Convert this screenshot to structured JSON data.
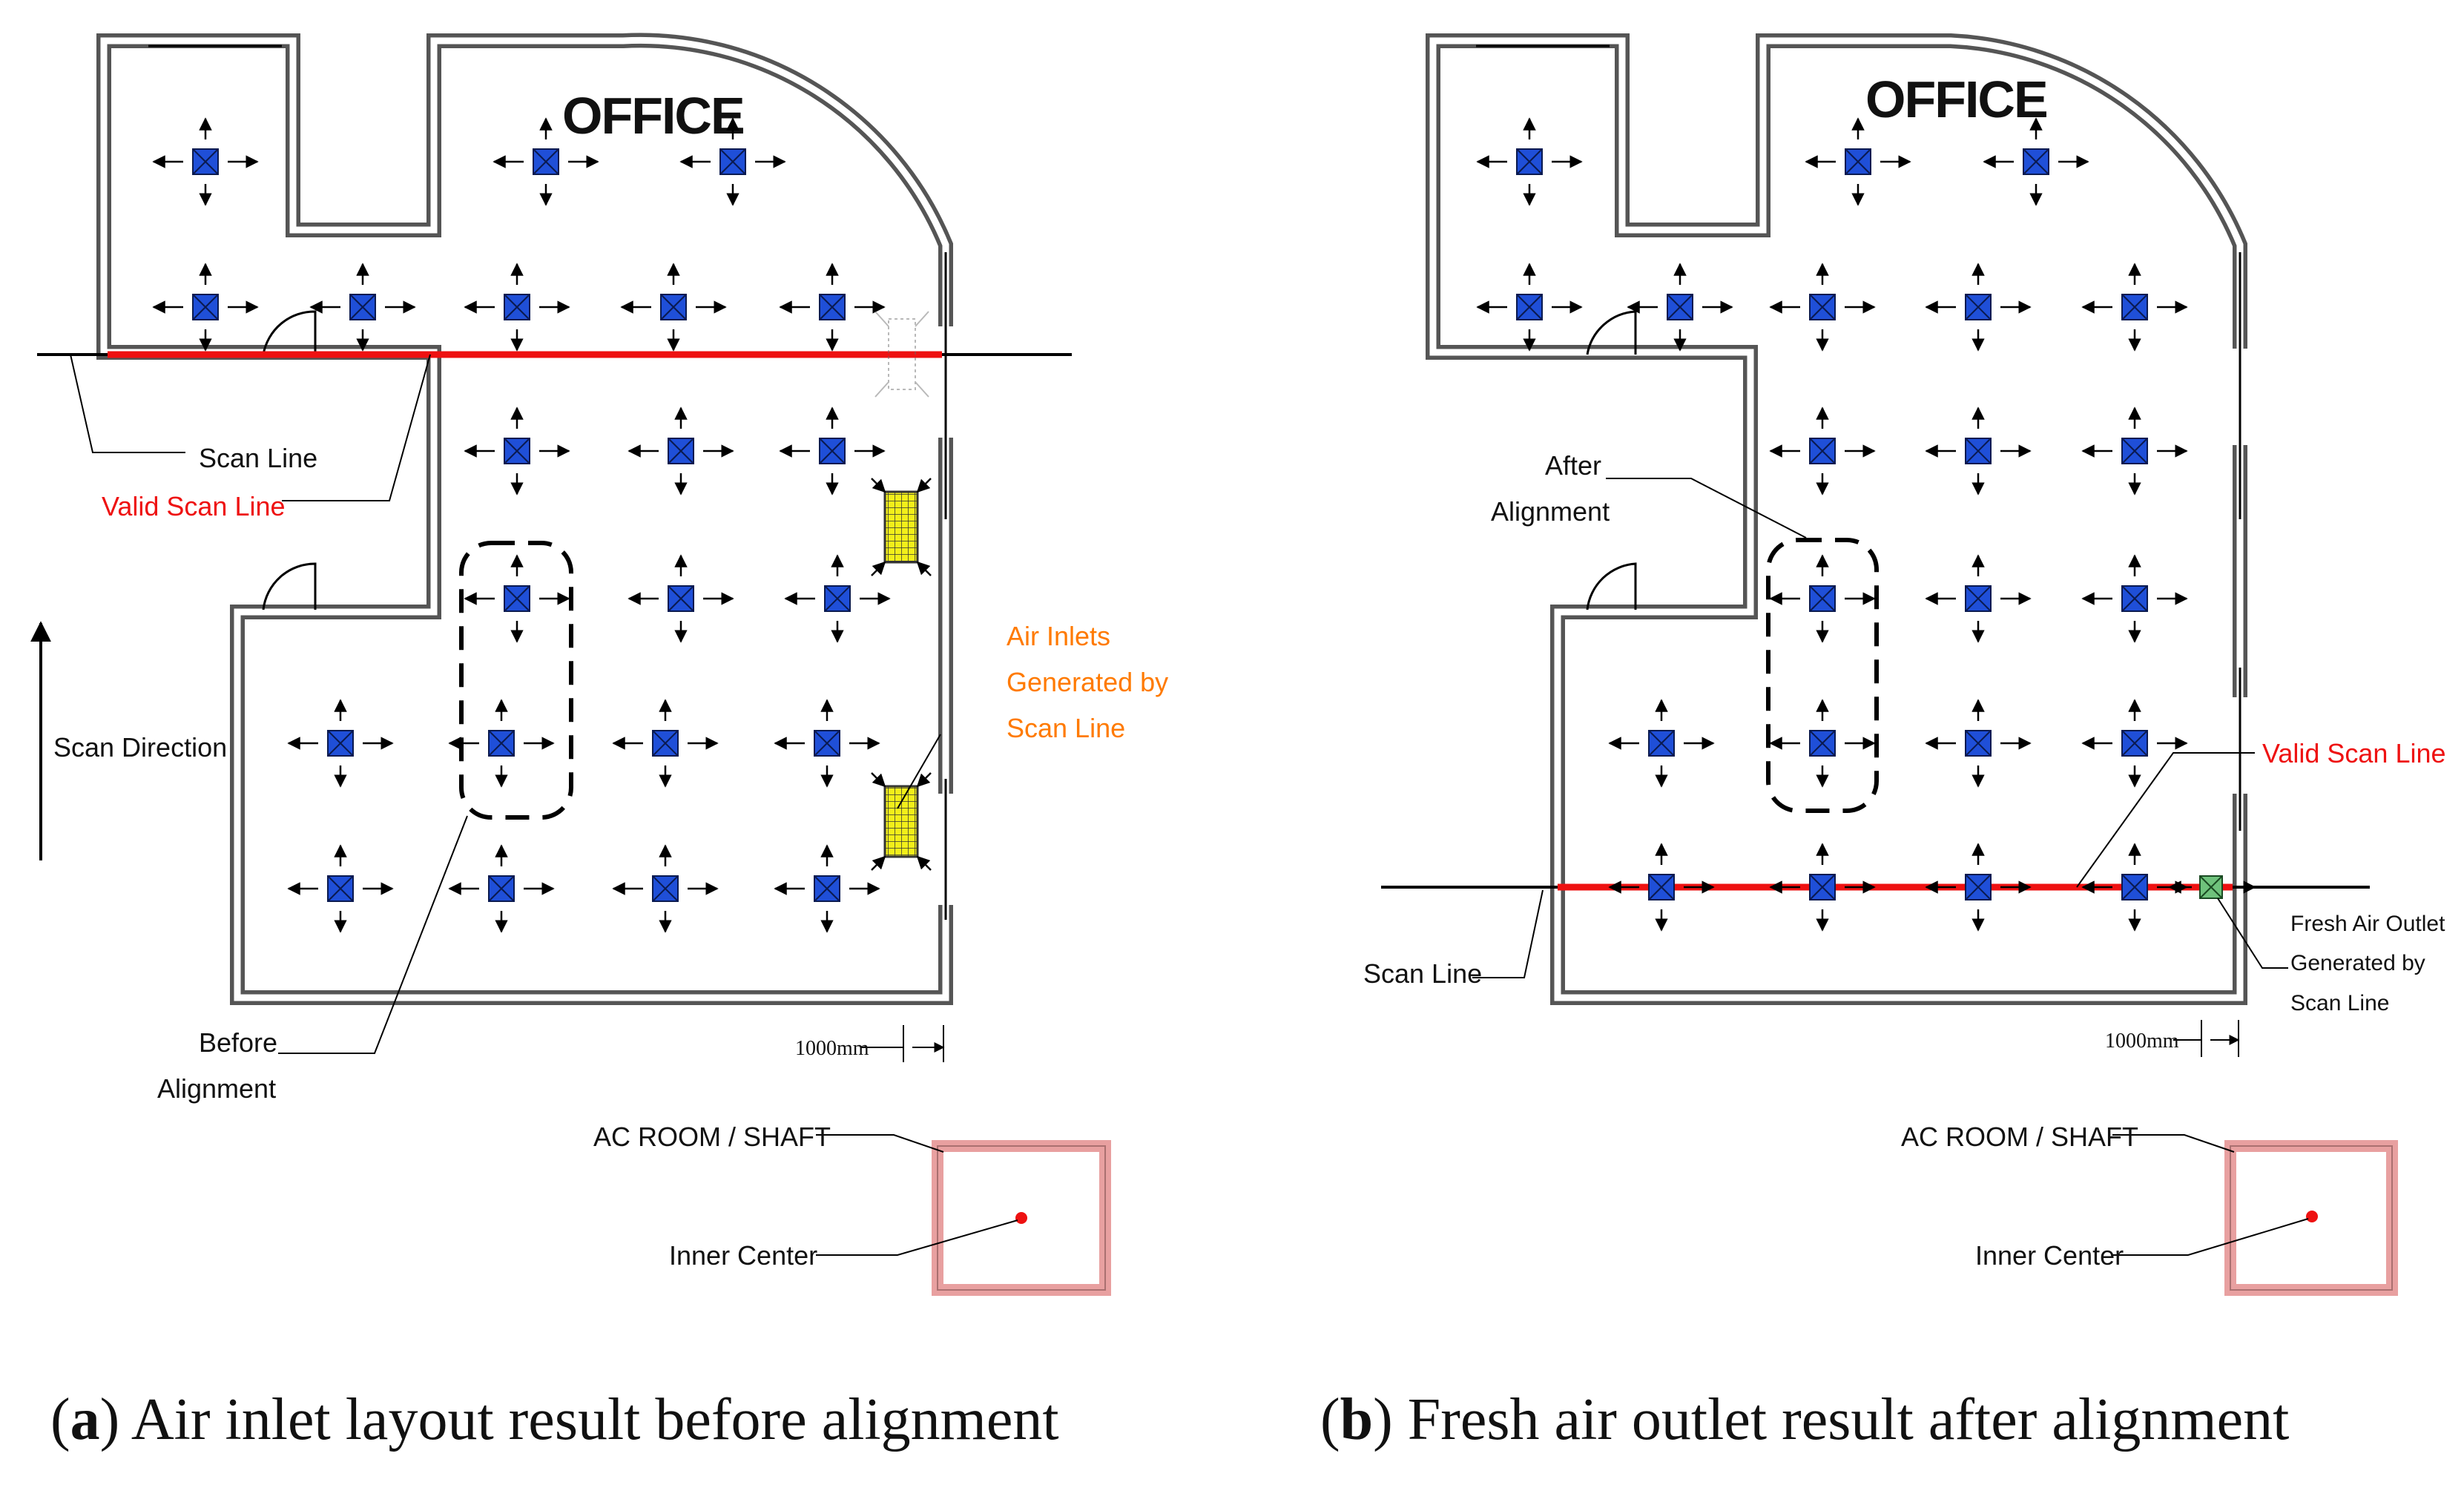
{
  "colors": {
    "wall": "#555555",
    "diffuser": "#1f4fd8",
    "scan_line": "#000000",
    "valid_scan_line": "#ee1111",
    "annotation_orange": "#ff7a00",
    "inlet": "#f2ef1a",
    "fresh_air": "#6fc27c",
    "shaft_border": "#e8a0a0",
    "inner_center": "#ee1111"
  },
  "icons": {
    "diffuser": "square-diffuser-with-x-and-four-arrows",
    "inlet": "yellow-grille-air-inlet",
    "fresh_air_outlet": "green-square-with-x",
    "door": "quarter-circle-door-swing"
  },
  "panel_a": {
    "room_title": "OFFICE",
    "scan_line_label": "Scan Line",
    "valid_scan_line_label": "Valid Scan Line",
    "scan_direction_label": "Scan Direction",
    "air_inlets_label": [
      "Air Inlets",
      "Generated by",
      "Scan Line"
    ],
    "before_alignment_label": [
      "Before",
      "Alignment"
    ],
    "dimension_label": "1000mm",
    "ac_room_label": "AC ROOM / SHAFT",
    "inner_center_label": "Inner Center",
    "caption_letter": "a",
    "caption_text": "Air inlet layout result before alignment"
  },
  "panel_b": {
    "room_title": "OFFICE",
    "after_alignment_label": [
      "After",
      "Alignment"
    ],
    "valid_scan_line_label": "Valid Scan Line",
    "scan_line_label": "Scan Line",
    "fresh_air_label": [
      "Fresh Air Outlet",
      "Generated by",
      "Scan Line"
    ],
    "dimension_label": "1000mm",
    "ac_room_label": "AC ROOM / SHAFT",
    "inner_center_label": "Inner Center",
    "caption_letter": "b",
    "caption_text": "Fresh air outlet result after alignment"
  }
}
